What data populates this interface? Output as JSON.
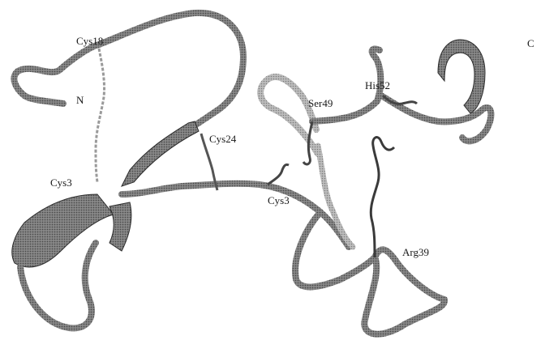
{
  "figure": {
    "labels": {
      "n_term": "N",
      "c_term": "C",
      "cys18": "Cys18",
      "cys3": "Cys3",
      "cys24": "Cys24",
      "cys_partial": "Cys3",
      "ser49": "Ser49",
      "his52": "His52",
      "arg39": "Arg39"
    },
    "colors": {
      "ribbon_dark": "#4a4a4a",
      "ribbon_mid": "#7a7a7a",
      "ribbon_light": "#a8a8a8",
      "helix": "#3e3e3e",
      "sheet": "#2c2c2c",
      "bond": "#8c8c8c"
    }
  }
}
